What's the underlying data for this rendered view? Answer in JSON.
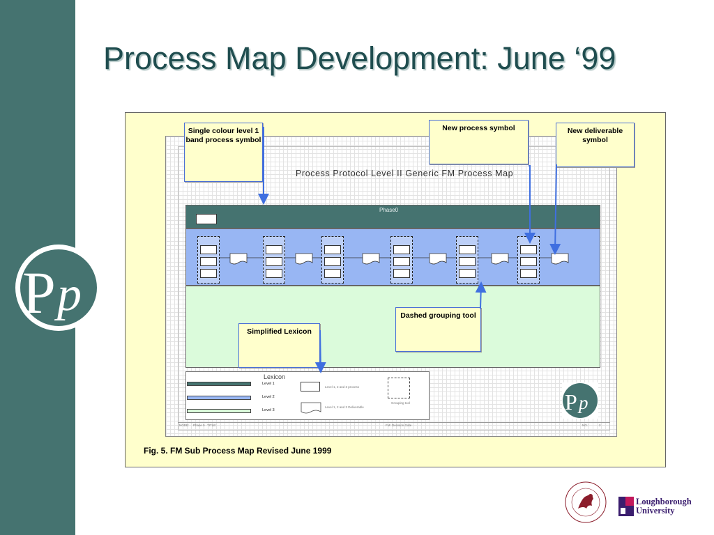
{
  "slide": {
    "title": "Process Map Development: June ‘99"
  },
  "diagram": {
    "map_title": "Process Protocol Level II Generic FM Process Map",
    "phase_label": "Phase0",
    "lexicon": {
      "title": "Lexicon",
      "levels": [
        "Level 1",
        "Level 2",
        "Level 3"
      ],
      "process_note": "Level 1, 2 and 3 process",
      "deliverable_note": "Level 1, 2 and 3 Deliverable",
      "grouping_note": "Grouping tool"
    },
    "footer": {
      "node": "NODE:",
      "phase": "Phase 0",
      "title_label": "TITLE:",
      "center": "FM: Decision Gate",
      "no_label": "NO.:",
      "number": "2"
    },
    "colors": {
      "level1": "#457370",
      "level2": "#98b6f3",
      "level3": "#dbfbdb",
      "callout_bg": "#ffffcc",
      "arrow": "#3f6fe0"
    }
  },
  "callouts": {
    "single_colour": "Single colour level 1 band process symbol",
    "new_process": "New process symbol",
    "new_deliverable": "New deliverable symbol",
    "dashed_grouping": "Dashed grouping tool",
    "simplified_lexicon": "Simplified Lexicon"
  },
  "caption": "Fig. 5. FM Sub Process Map Revised June 1999",
  "logos": {
    "loughborough_line1": "Loughborough",
    "loughborough_line2": "University",
    "pp_icon": "pp-logo-icon",
    "salford_icon": "salford-crest-icon"
  }
}
